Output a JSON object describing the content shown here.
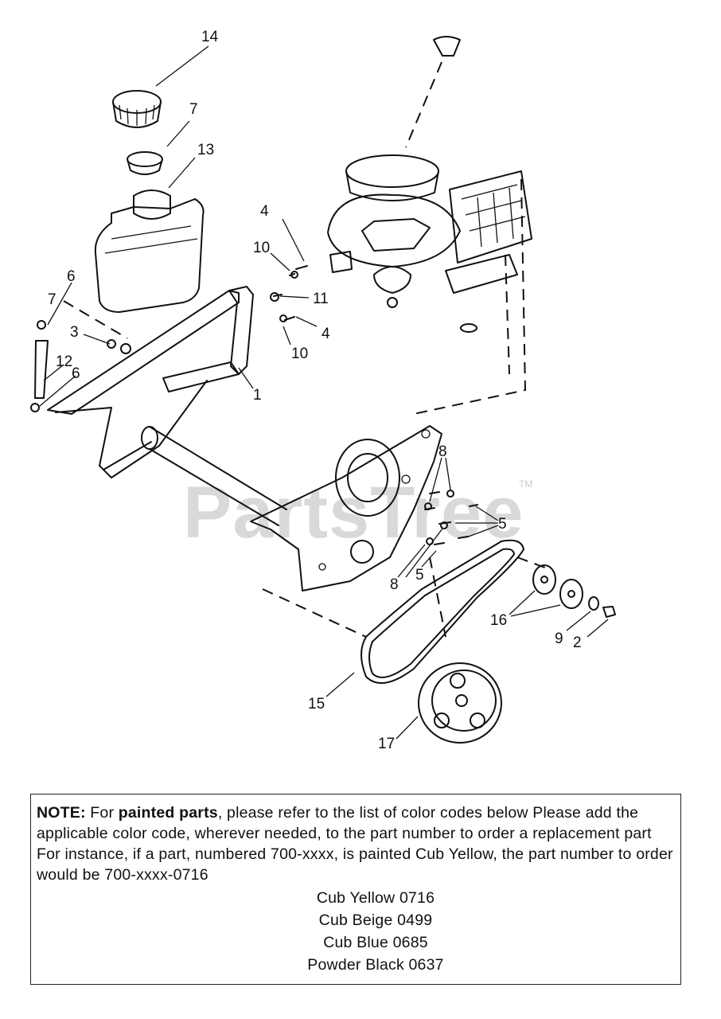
{
  "diagram": {
    "watermark": "PartsTree",
    "trademark": "TM",
    "callouts": {
      "c14": "14",
      "c7a": "7",
      "c13": "13",
      "c4a": "4",
      "c10a": "10",
      "c11": "11",
      "c4b": "4",
      "c10b": "10",
      "c6a": "6",
      "c7b": "7",
      "c3": "3",
      "c12": "12",
      "c6b": "6",
      "c1": "1",
      "c8a": "8",
      "c5a": "5",
      "c5b": "5",
      "c8b": "8",
      "c16": "16",
      "c9": "9",
      "c2": "2",
      "c15": "15",
      "c17": "17"
    }
  },
  "note": {
    "label": "NOTE:",
    "pre": " For ",
    "bold": "painted parts",
    "body": ", please refer to the list of color codes below  Please add the applicable color code, wherever needed, to the part number to order a replacement part  For instance, if a part, numbered 700-xxxx, is painted Cub Yellow,  the part number to order would be 700-xxxx-0716",
    "codes": [
      "Cub Yellow  0716",
      "Cub Beige  0499",
      "Cub Blue  0685",
      "Powder Black  0637"
    ]
  }
}
